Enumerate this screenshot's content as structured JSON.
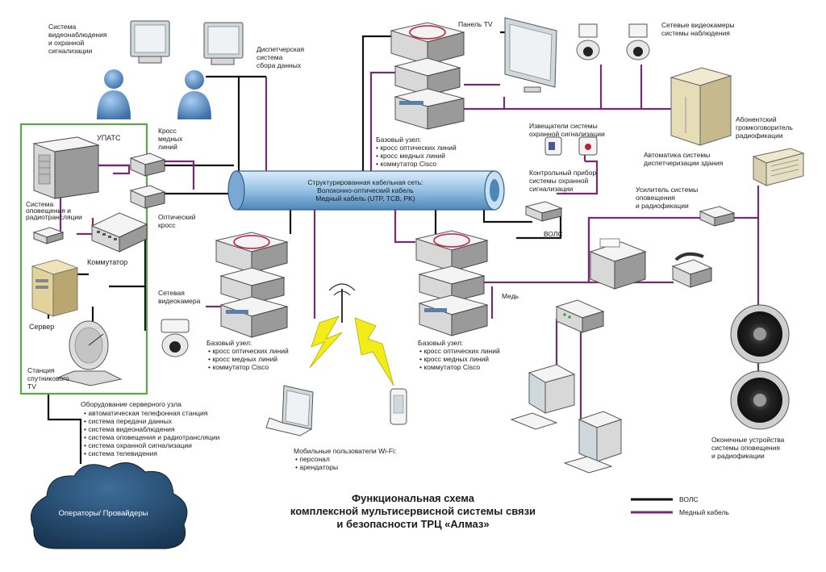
{
  "title": {
    "line1": "Функциональная схема",
    "line2": "комплексной мультисервисной системы связи",
    "line3": "и безопасности ТРЦ «Алмаз»"
  },
  "legend": {
    "fiber": "ВОЛС",
    "copper": "Медный кабель",
    "fiber_color": "#111111",
    "copper_color": "#7a2a72"
  },
  "colors": {
    "server_room_border": "#5aa845",
    "cable_tube": "#9cc6e8",
    "cloud": "#264e73",
    "lightning": "#f2ec1a"
  },
  "backbone": {
    "line1": "Структурированная кабельная сеть:",
    "line2": "Волоконно-оптический кабель",
    "line3": "Медный кабель (UTP, TCB, PK)"
  },
  "labels": {
    "cctv_system": [
      "Система",
      "видеонаблюдения",
      "и охранной",
      "сигнализации"
    ],
    "dispatch_system": [
      "Диспетчерская",
      "система",
      "сбора данных"
    ],
    "panel_tv": "Панель TV",
    "network_cameras": [
      "Сетевые видеокамеры",
      "системы наблюдения"
    ],
    "upats": "УПАТС",
    "copper_cross": [
      "Кросс",
      "медных",
      "линий"
    ],
    "optical_cross": [
      "Оптический",
      "кросс"
    ],
    "pa_system": [
      "Система",
      "оповещения и",
      "радиотрансляции"
    ],
    "switch": "Коммутатор",
    "server": "Сервер",
    "satellite": [
      "Станция",
      "спутникового",
      "TV"
    ],
    "network_camera": [
      "Сетевая",
      "видеокамера"
    ],
    "security_detectors": [
      "Извещатели системы",
      "охранной сигнализации"
    ],
    "control_panel": [
      "Контрольный прибор",
      "системы охранной",
      "сигнализации"
    ],
    "building_automation": [
      "Автоматика системы",
      "диспетчеризации здания"
    ],
    "subscriber_speaker": [
      "Абонентский",
      "громкоговоритель",
      "радиофикации"
    ],
    "amplifier": [
      "Усилитель системы",
      "оповещения",
      "и радиофикации"
    ],
    "volс": "ВОЛС",
    "copper": "Медь",
    "end_devices": [
      "Оконечные устройства",
      "системы оповещения",
      "и радиофикации"
    ],
    "cloud": "Операторы/ Провайдеры"
  },
  "nodes": {
    "top": [
      "Базовый узел:",
      "• кросс оптических линий",
      "• кросс медных линий",
      "• коммутатор Cisco"
    ],
    "left": [
      "Базовый узел:",
      "• кросс оптических линий",
      "• кросс медных линий",
      "• коммутатор Cisco"
    ],
    "right": [
      "Базовый узел:",
      "• кросс оптических линий",
      "• кросс медных линий",
      "• коммутатор Cisco"
    ]
  },
  "server_room_equipment": [
    "Оборудование серверного узла",
    "• автоматическая телефонная станция",
    "• система передачи данных",
    "• система видеонаблюдения",
    "• система оповещения и радиотрансляции",
    "• система охранной сигнализации",
    "• система телевидения"
  ],
  "wifi_users": [
    "Мобильные пользователи Wi-Fi:",
    "• персонал",
    "• арендаторы"
  ]
}
